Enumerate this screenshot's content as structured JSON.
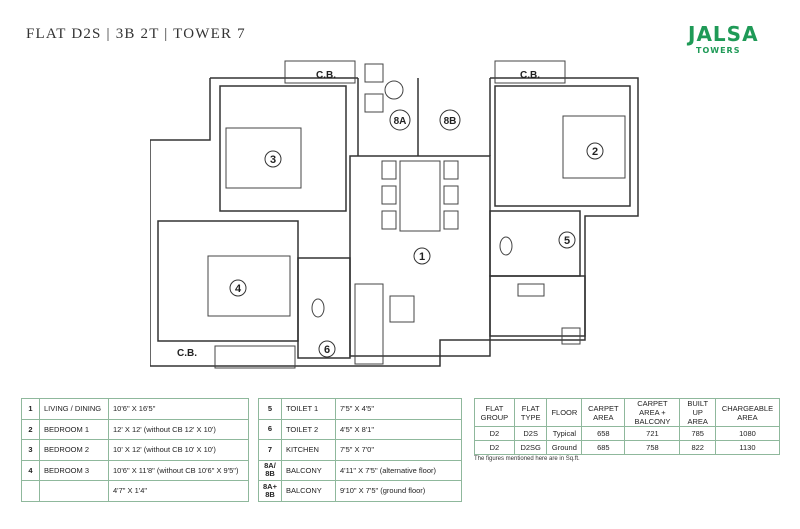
{
  "header": {
    "title": "FLAT D2S | 3B 2T | TOWER 7",
    "logo_main": "JALSA",
    "logo_sub": "TOWERS"
  },
  "plan": {
    "labels": {
      "cb_top_left": "C.B.",
      "cb_top_right": "C.B.",
      "cb_bottom": "C.B.",
      "r1": "1",
      "r2": "2",
      "r3": "3",
      "r4": "4",
      "r5": "5",
      "r6": "6",
      "r8a": "8A",
      "r8b": "8B"
    }
  },
  "rooms_left": [
    {
      "no": "1",
      "name": "LIVING / DINING",
      "size": "10'6\" X 16'5\""
    },
    {
      "no": "2",
      "name": "BEDROOM 1",
      "size": "12' X 12' (without CB 12' X 10')"
    },
    {
      "no": "3",
      "name": "BEDROOM 2",
      "size": "10' X 12' (without CB 10' X 10')"
    },
    {
      "no": "4",
      "name": "BEDROOM 3",
      "size": "10'6\" X 11'8\" (without CB 10'6\" X 9'5\")"
    },
    {
      "no": "",
      "name": "",
      "size": "4'7\" X 1'4\""
    }
  ],
  "rooms_right": [
    {
      "no": "5",
      "name": "TOILET 1",
      "size": "7'5\" X 4'5\""
    },
    {
      "no": "6",
      "name": "TOILET 2",
      "size": "4'5\" X 8'1\""
    },
    {
      "no": "7",
      "name": "KITCHEN",
      "size": "7'5\" X 7'0\""
    },
    {
      "no": "8A/ 8B",
      "name": "BALCONY",
      "size": "4'11\" X 7'5\" (alternative floor)"
    },
    {
      "no": "8A+ 8B",
      "name": "BALCONY",
      "size": "9'10\" X 7'5\" (ground floor)"
    }
  ],
  "area_table": {
    "headers": [
      "FLAT GROUP",
      "FLAT TYPE",
      "FLOOR",
      "CARPET AREA",
      "CARPET AREA + BALCONY",
      "BUILT UP AREA",
      "CHARGEABLE AREA"
    ],
    "rows": [
      [
        "D2",
        "D2S",
        "Typical",
        "658",
        "721",
        "785",
        "1080"
      ],
      [
        "D2",
        "D2SG",
        "Ground",
        "685",
        "758",
        "822",
        "1130"
      ]
    ],
    "note": "The figures mentioned here are in Sq.ft."
  },
  "colors": {
    "brand": "#1f9a57",
    "table_border": "#8fb89c"
  }
}
